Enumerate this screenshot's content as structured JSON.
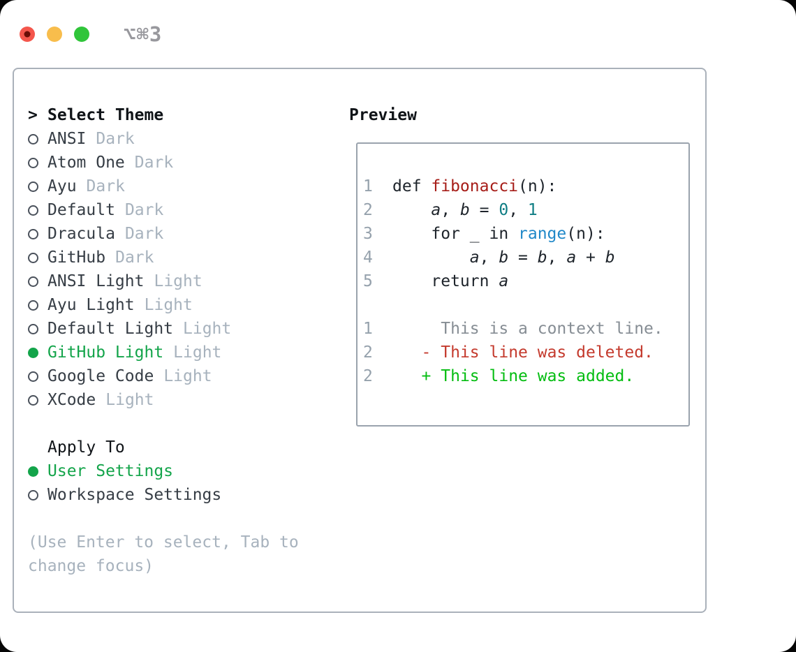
{
  "window": {
    "title": "⌥⌘3"
  },
  "colors": {
    "accent_green": "#13a44a",
    "diff_added_green": "#04bd11",
    "diff_deleted_red": "#c43a2d",
    "function_red": "#a61d18",
    "number_teal": "#0f7d84",
    "builtin_blue": "#2088c8",
    "code_text": "#1e242b",
    "line_number_gray": "#95a1ac",
    "context_gray": "#868d94",
    "muted_gray": "#a7b2bd",
    "item_text": "#363d45",
    "heading_text": "#101418",
    "panel_border": "#aab1ba",
    "preview_border": "#9aa3ad",
    "title_gray": "#98989d",
    "ring_gray": "#4a515b",
    "traffic_red": "#f4564c",
    "traffic_red_dot": "#6b0d06",
    "traffic_yellow": "#f8bd4c",
    "traffic_green": "#30c53a"
  },
  "theme_picker": {
    "prompt": ">",
    "title": "Select Theme",
    "themes": [
      {
        "name": "ANSI",
        "variant": "Dark",
        "selected": false
      },
      {
        "name": "Atom One",
        "variant": "Dark",
        "selected": false
      },
      {
        "name": "Ayu",
        "variant": "Dark",
        "selected": false
      },
      {
        "name": "Default",
        "variant": "Dark",
        "selected": false
      },
      {
        "name": "Dracula",
        "variant": "Dark",
        "selected": false
      },
      {
        "name": "GitHub",
        "variant": "Dark",
        "selected": false
      },
      {
        "name": "ANSI Light",
        "variant": "Light",
        "selected": false
      },
      {
        "name": "Ayu Light",
        "variant": "Light",
        "selected": false
      },
      {
        "name": "Default Light",
        "variant": "Light",
        "selected": false
      },
      {
        "name": "GitHub Light",
        "variant": "Light",
        "selected": true
      },
      {
        "name": "Google Code",
        "variant": "Light",
        "selected": false
      },
      {
        "name": "XCode",
        "variant": "Light",
        "selected": false
      }
    ],
    "apply_to": {
      "title": "Apply To",
      "options": [
        {
          "label": "User Settings",
          "selected": true
        },
        {
          "label": "Workspace Settings",
          "selected": false
        }
      ]
    },
    "hint": "(Use Enter to select, Tab to change focus)"
  },
  "preview": {
    "title": "Preview",
    "code_lines": [
      {
        "number": "1",
        "tokens": [
          {
            "t": "def ",
            "c": "default"
          },
          {
            "t": "fibonacci",
            "c": "function"
          },
          {
            "t": "(n):",
            "c": "default"
          }
        ]
      },
      {
        "number": "2",
        "tokens": [
          {
            "t": "    ",
            "c": "default"
          },
          {
            "t": "a",
            "c": "variable"
          },
          {
            "t": ", ",
            "c": "default"
          },
          {
            "t": "b",
            "c": "variable"
          },
          {
            "t": " = ",
            "c": "default"
          },
          {
            "t": "0",
            "c": "number"
          },
          {
            "t": ", ",
            "c": "default"
          },
          {
            "t": "1",
            "c": "number"
          }
        ]
      },
      {
        "number": "3",
        "tokens": [
          {
            "t": "    for _ in ",
            "c": "default"
          },
          {
            "t": "range",
            "c": "builtin"
          },
          {
            "t": "(n):",
            "c": "default"
          }
        ]
      },
      {
        "number": "4",
        "tokens": [
          {
            "t": "        ",
            "c": "default"
          },
          {
            "t": "a",
            "c": "variable"
          },
          {
            "t": ", ",
            "c": "default"
          },
          {
            "t": "b",
            "c": "variable"
          },
          {
            "t": " = ",
            "c": "default"
          },
          {
            "t": "b",
            "c": "variable"
          },
          {
            "t": ", ",
            "c": "default"
          },
          {
            "t": "a",
            "c": "variable"
          },
          {
            "t": " + ",
            "c": "default"
          },
          {
            "t": "b",
            "c": "variable"
          }
        ]
      },
      {
        "number": "5",
        "tokens": [
          {
            "t": "    return ",
            "c": "default"
          },
          {
            "t": "a",
            "c": "variable"
          }
        ]
      }
    ],
    "diff_lines": [
      {
        "number": "1",
        "marker": "",
        "text": "This is a context line.",
        "kind": "context"
      },
      {
        "number": "2",
        "marker": "-",
        "text": "This line was deleted.",
        "kind": "deleted"
      },
      {
        "number": "2",
        "marker": "+",
        "text": "This line was added.",
        "kind": "added"
      }
    ]
  }
}
